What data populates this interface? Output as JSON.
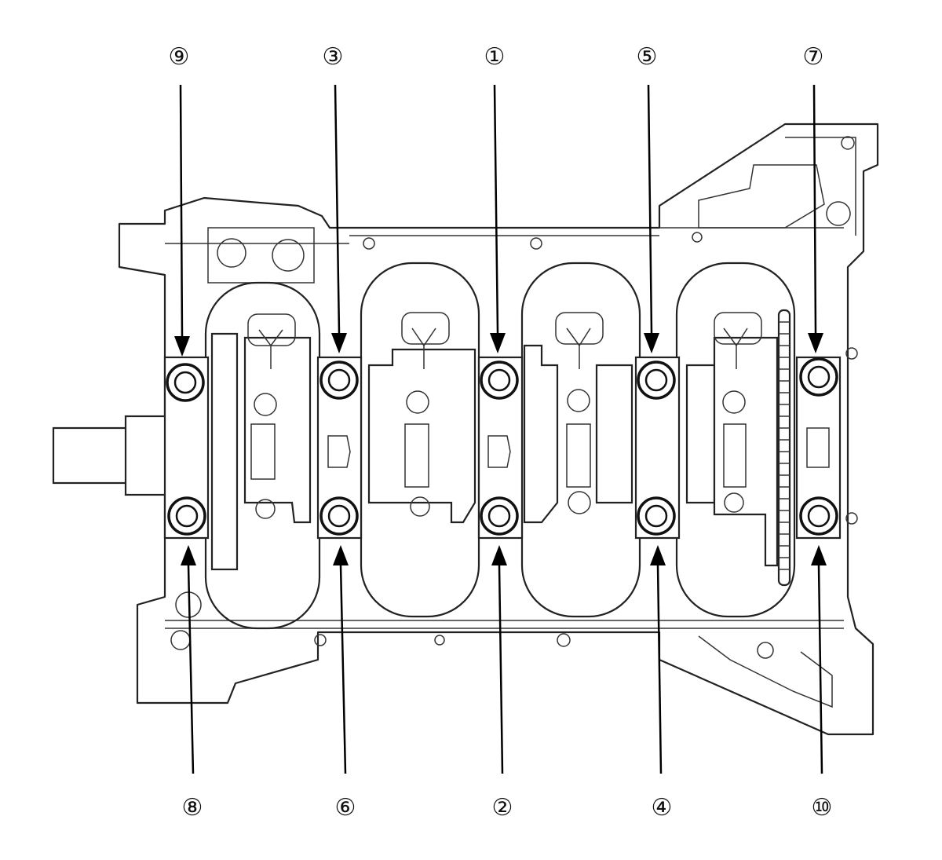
{
  "callouts": [
    {
      "label": "⑨",
      "order": 9,
      "position": "top"
    },
    {
      "label": "③",
      "order": 3,
      "position": "top"
    },
    {
      "label": "①",
      "order": 1,
      "position": "top"
    },
    {
      "label": "⑤",
      "order": 5,
      "position": "top"
    },
    {
      "label": "⑦",
      "order": 7,
      "position": "top"
    },
    {
      "label": "⑧",
      "order": 8,
      "position": "bottom"
    },
    {
      "label": "⑥",
      "order": 6,
      "position": "bottom"
    },
    {
      "label": "②",
      "order": 2,
      "position": "bottom"
    },
    {
      "label": "④",
      "order": 4,
      "position": "bottom"
    },
    {
      "label": "⑩",
      "order": 10,
      "position": "bottom"
    }
  ]
}
